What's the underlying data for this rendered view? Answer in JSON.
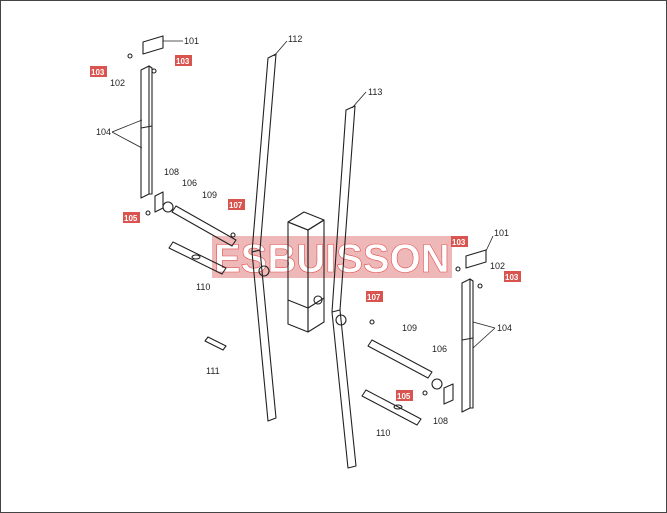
{
  "watermark": "ESBUISSON",
  "colors": {
    "highlight": "#d9534f",
    "watermark_band": "#e8a0a0",
    "line": "#222222"
  },
  "labels": {
    "l101a": "101",
    "l101b": "101",
    "l102a": "102",
    "l102b": "102",
    "l103a": "103",
    "l103b": "103",
    "l103c": "103",
    "l103d": "103",
    "l104a": "104",
    "l104b": "104",
    "l105a": "105",
    "l105b": "105",
    "l106a": "106",
    "l106b": "106",
    "l107a": "107",
    "l107b": "107",
    "l108a": "108",
    "l108b": "108",
    "l109a": "109",
    "l109b": "109",
    "l110a": "110",
    "l110b": "110",
    "l111": "111",
    "l112": "112",
    "l113": "113"
  }
}
